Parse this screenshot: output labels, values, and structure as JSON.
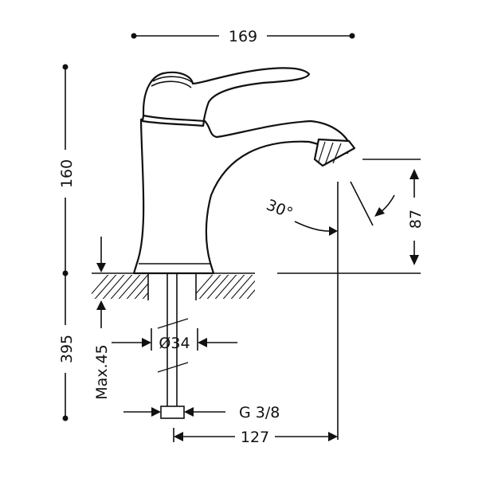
{
  "dimensions": {
    "top_width": "169",
    "total_height": "160",
    "spout_height": "87",
    "angle": "30°",
    "below_counter": "395",
    "max_thickness": "Max.45",
    "hole_diameter": "Ø34",
    "connection": "G 3/8",
    "reach": "127"
  }
}
